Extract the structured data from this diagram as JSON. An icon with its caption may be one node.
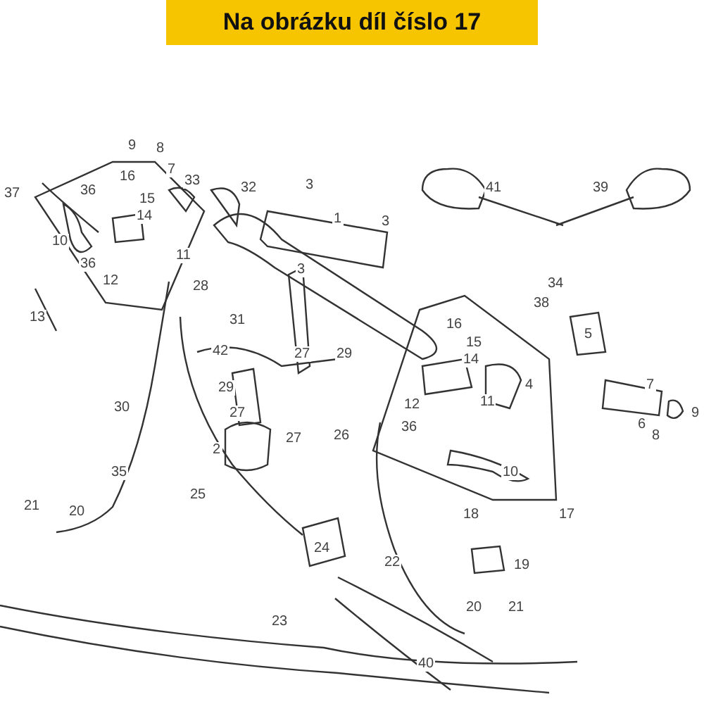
{
  "diagram": {
    "title": "Na obrázku díl číslo 17",
    "labels": [
      "9",
      "8",
      "7",
      "16",
      "33",
      "37",
      "36",
      "15",
      "3",
      "32",
      "1",
      "14",
      "3",
      "10",
      "11",
      "36",
      "28",
      "12",
      "3",
      "34",
      "38",
      "13",
      "16",
      "5",
      "15",
      "31",
      "14",
      "42",
      "27",
      "29",
      "4",
      "29",
      "7",
      "11",
      "27",
      "30",
      "6",
      "8",
      "9",
      "12",
      "27",
      "26",
      "36",
      "2",
      "35",
      "25",
      "10",
      "17",
      "18",
      "21",
      "20",
      "24",
      "19",
      "22",
      "23",
      "20",
      "21",
      "40",
      "39",
      "41"
    ]
  }
}
